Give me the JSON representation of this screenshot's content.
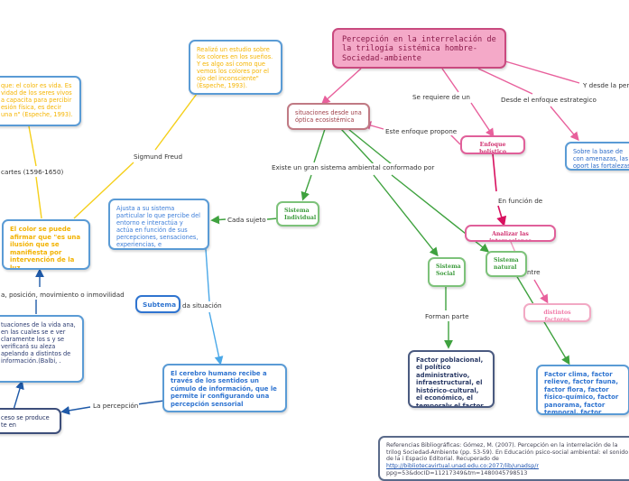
{
  "diagram": {
    "title": "Mapa conceptual: Percepción en la interrelación de la trilogía sistémica hombre-Sociedad-ambiente",
    "colors": {
      "pink_connector": "#e8609c",
      "green_connector": "#3fa23f",
      "yellow_connector": "#f5cf1a",
      "blue_connector": "#4aa8e8",
      "dark_blue_connector": "#1f5aa8",
      "main_fill": "#f4a9c8",
      "main_border": "#c94a7f"
    },
    "nodes": {
      "main": "Percepción en la interrelación de la trilogía sistémica hombre-Sociedad-ambiente",
      "situaciones": "situaciones desde una óptica ecosistémica",
      "enfoque_holistico": "Enfoque holístico",
      "analizar": "Analizar las interacciones",
      "distintos_factores": "distintos factores",
      "sistema_individual": "Sistema Individual",
      "sistema_social": "Sistema Social",
      "sistema_natural": "Sistema natural",
      "factores_sociales": "Factor poblacional, el político administrativo, infraestructural, el histórico-cultural, el económico, el temporaly el factor espacial",
      "factores_naturales": "Factor clima, factor relieve, factor fauna, factor flora, factor físico-químico, factor panorama, factor temporal, factor espacial",
      "foda": "Sobre la base de con amenazas, las oport las fortalezas y las d",
      "freud_text": "Realizó un estudio sobre los colores en los sueños. Y es algo así como que vemos los colores por el ojo del inconsciente\" (Espeche, 1993).",
      "color_vida": "que: el color es vida. Es vidad de los seres vivos a capacita para percibir esión física, es decir una n\" (Espeche, 1993).",
      "color_ilusion": "El color se puede afirmar que \"es una ilusión que se manifiesta por intervención de la luz.",
      "ajusta": "Ajusta a su sistema particular lo que percibe del entorno e interactúa y actúa en función de sus percepciones, sensaciones, experiencias, e informaciones que posee.",
      "situaciones_vida": "tuaciones de la vida ana, en las cuales se e ver claramente los s y se verificará su aleza apelando a distintos de información.(Balbi, .",
      "subtema": "Subtema",
      "cerebro": "El cerebro humano recibe a través de los sentidos un cúmulo de información, que le permite ir configurando una percepción sensorial",
      "proceso": "ceso se produce te en",
      "referencias_text": "Referencias Bibliográficas: Gómez, M. (2007). Percepción en la interrelación de la trilog Sociedad-Ambiente (pp. 53-59). En Educación psico-social ambiental: el sonido de la i Espacio Editorial. Recuperado de ",
      "referencias_link": "http://bibliotecavirtual.unad.edu.co:2077/lib/unadsp/r",
      "referencias_tail": " ppg=53&docID=11217349&tm=1480045798513"
    },
    "labels": {
      "se_requiere": "Se requiere de un",
      "desde_enfoque": "Desde el enfoque estrategico",
      "y_desde": "Y desde la persp",
      "este_enfoque": "Este enfoque propone",
      "existe": "Existe un gran sistema ambiental conformado por",
      "en_funcion": "En función de",
      "entre": "ntre",
      "forman_parte": "Forman parte",
      "forman_parte_2": "Forman parte",
      "cada_sujeto": "Cada sujeto",
      "sigmund": "Sigmund Freud",
      "descartes": "cartes  (1596-1650)",
      "posicion": "a, posición, movimiento o inmovilidad",
      "da_situacion": "da situación",
      "la_percepcion": "La percepción"
    }
  }
}
